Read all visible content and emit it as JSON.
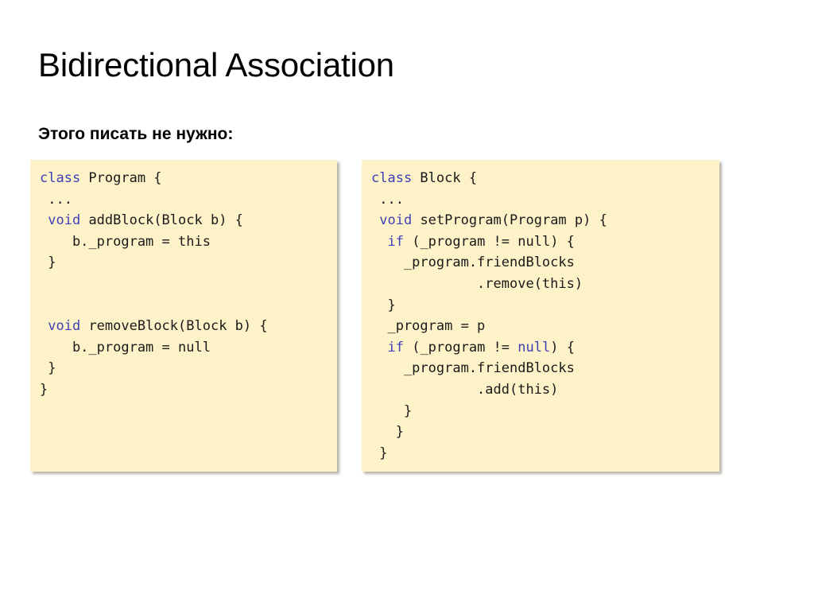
{
  "slide": {
    "title": "Bidirectional Association",
    "subtitle": "Этого писать не нужно:",
    "background_color": "#ffffff",
    "code_background_color": "#fdf2c8",
    "keyword_color": "#4040b8",
    "text_color": "#1a1a1a"
  },
  "code_blocks": [
    {
      "name": "program-class",
      "lines": [
        {
          "segments": [
            {
              "text": "class",
              "kind": "keyword"
            },
            {
              "text": " Program {",
              "kind": "plain"
            }
          ]
        },
        {
          "segments": [
            {
              "text": " ...",
              "kind": "plain"
            }
          ]
        },
        {
          "segments": [
            {
              "text": " ",
              "kind": "plain"
            },
            {
              "text": "void",
              "kind": "keyword"
            },
            {
              "text": " addBlock(Block b) {",
              "kind": "plain"
            }
          ]
        },
        {
          "segments": [
            {
              "text": "    b._program = this",
              "kind": "plain"
            }
          ]
        },
        {
          "segments": [
            {
              "text": " }",
              "kind": "plain"
            }
          ]
        },
        {
          "segments": [
            {
              "text": "",
              "kind": "plain"
            }
          ]
        },
        {
          "segments": [
            {
              "text": " ",
              "kind": "plain"
            },
            {
              "text": "void",
              "kind": "keyword"
            },
            {
              "text": " removeBlock(Block b) {",
              "kind": "plain"
            }
          ]
        },
        {
          "segments": [
            {
              "text": "    b._program = null",
              "kind": "plain"
            }
          ]
        },
        {
          "segments": [
            {
              "text": " }",
              "kind": "plain"
            }
          ]
        },
        {
          "segments": [
            {
              "text": "}",
              "kind": "plain"
            }
          ]
        }
      ]
    },
    {
      "name": "block-class",
      "lines": [
        {
          "segments": [
            {
              "text": "class",
              "kind": "keyword"
            },
            {
              "text": " Block {",
              "kind": "plain"
            }
          ]
        },
        {
          "segments": [
            {
              "text": " ...",
              "kind": "plain"
            }
          ]
        },
        {
          "segments": [
            {
              "text": " ",
              "kind": "plain"
            },
            {
              "text": "void",
              "kind": "keyword"
            },
            {
              "text": " setProgram(Program p) {",
              "kind": "plain"
            }
          ]
        },
        {
          "segments": [
            {
              "text": "  ",
              "kind": "plain"
            },
            {
              "text": "if",
              "kind": "keyword"
            },
            {
              "text": " (_program != null) {",
              "kind": "plain"
            }
          ]
        },
        {
          "segments": [
            {
              "text": "    _program.friendBlocks",
              "kind": "plain"
            }
          ]
        },
        {
          "segments": [
            {
              "text": "             .remove(this)",
              "kind": "plain"
            }
          ]
        },
        {
          "segments": [
            {
              "text": "  }",
              "kind": "plain"
            }
          ]
        },
        {
          "segments": [
            {
              "text": "  _program = p",
              "kind": "plain"
            }
          ]
        },
        {
          "segments": [
            {
              "text": "  ",
              "kind": "plain"
            },
            {
              "text": "if",
              "kind": "keyword"
            },
            {
              "text": " (_program != ",
              "kind": "plain"
            },
            {
              "text": "null",
              "kind": "keyword"
            },
            {
              "text": ") {",
              "kind": "plain"
            }
          ]
        },
        {
          "segments": [
            {
              "text": "    _program.friendBlocks",
              "kind": "plain"
            }
          ]
        },
        {
          "segments": [
            {
              "text": "             .add(this)",
              "kind": "plain"
            }
          ]
        },
        {
          "segments": [
            {
              "text": "    }",
              "kind": "plain"
            }
          ]
        },
        {
          "segments": [
            {
              "text": "   }",
              "kind": "plain"
            }
          ]
        },
        {
          "segments": [
            {
              "text": " }",
              "kind": "plain"
            }
          ]
        }
      ]
    }
  ]
}
